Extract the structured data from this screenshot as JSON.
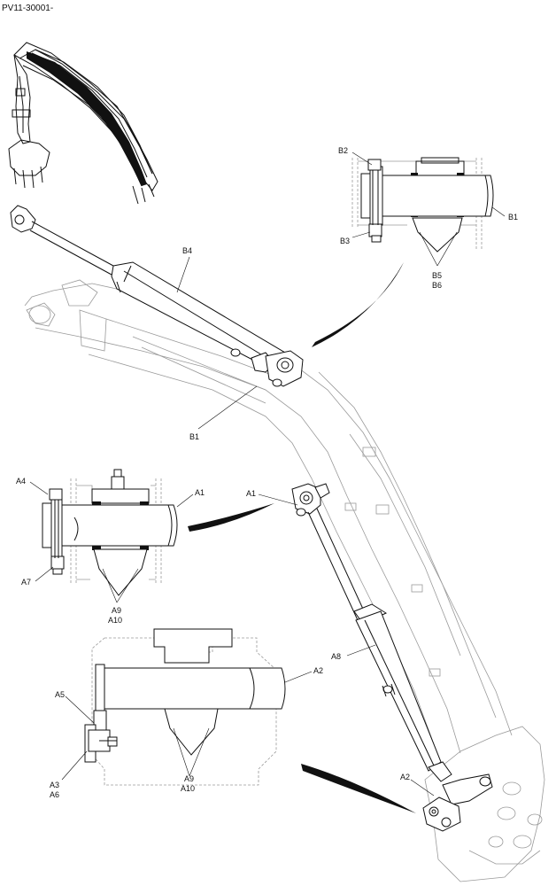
{
  "header": {
    "code": "PV11-30001-"
  },
  "callouts": {
    "A1_detail": "A1",
    "A1_main": "A1",
    "A2_detail": "A2",
    "A2_main": "A2",
    "A3": "A3",
    "A4": "A4",
    "A5": "A5",
    "A6": "A6",
    "A7": "A7",
    "A8": "A8",
    "A9_top": "A9",
    "A10_top": "A10",
    "A9_bottom": "A9",
    "A10_bottom": "A10",
    "B1_detail": "B1",
    "B1_main": "B1",
    "B2": "B2",
    "B3": "B3",
    "B4": "B4",
    "B5": "B5",
    "B6": "B6"
  }
}
